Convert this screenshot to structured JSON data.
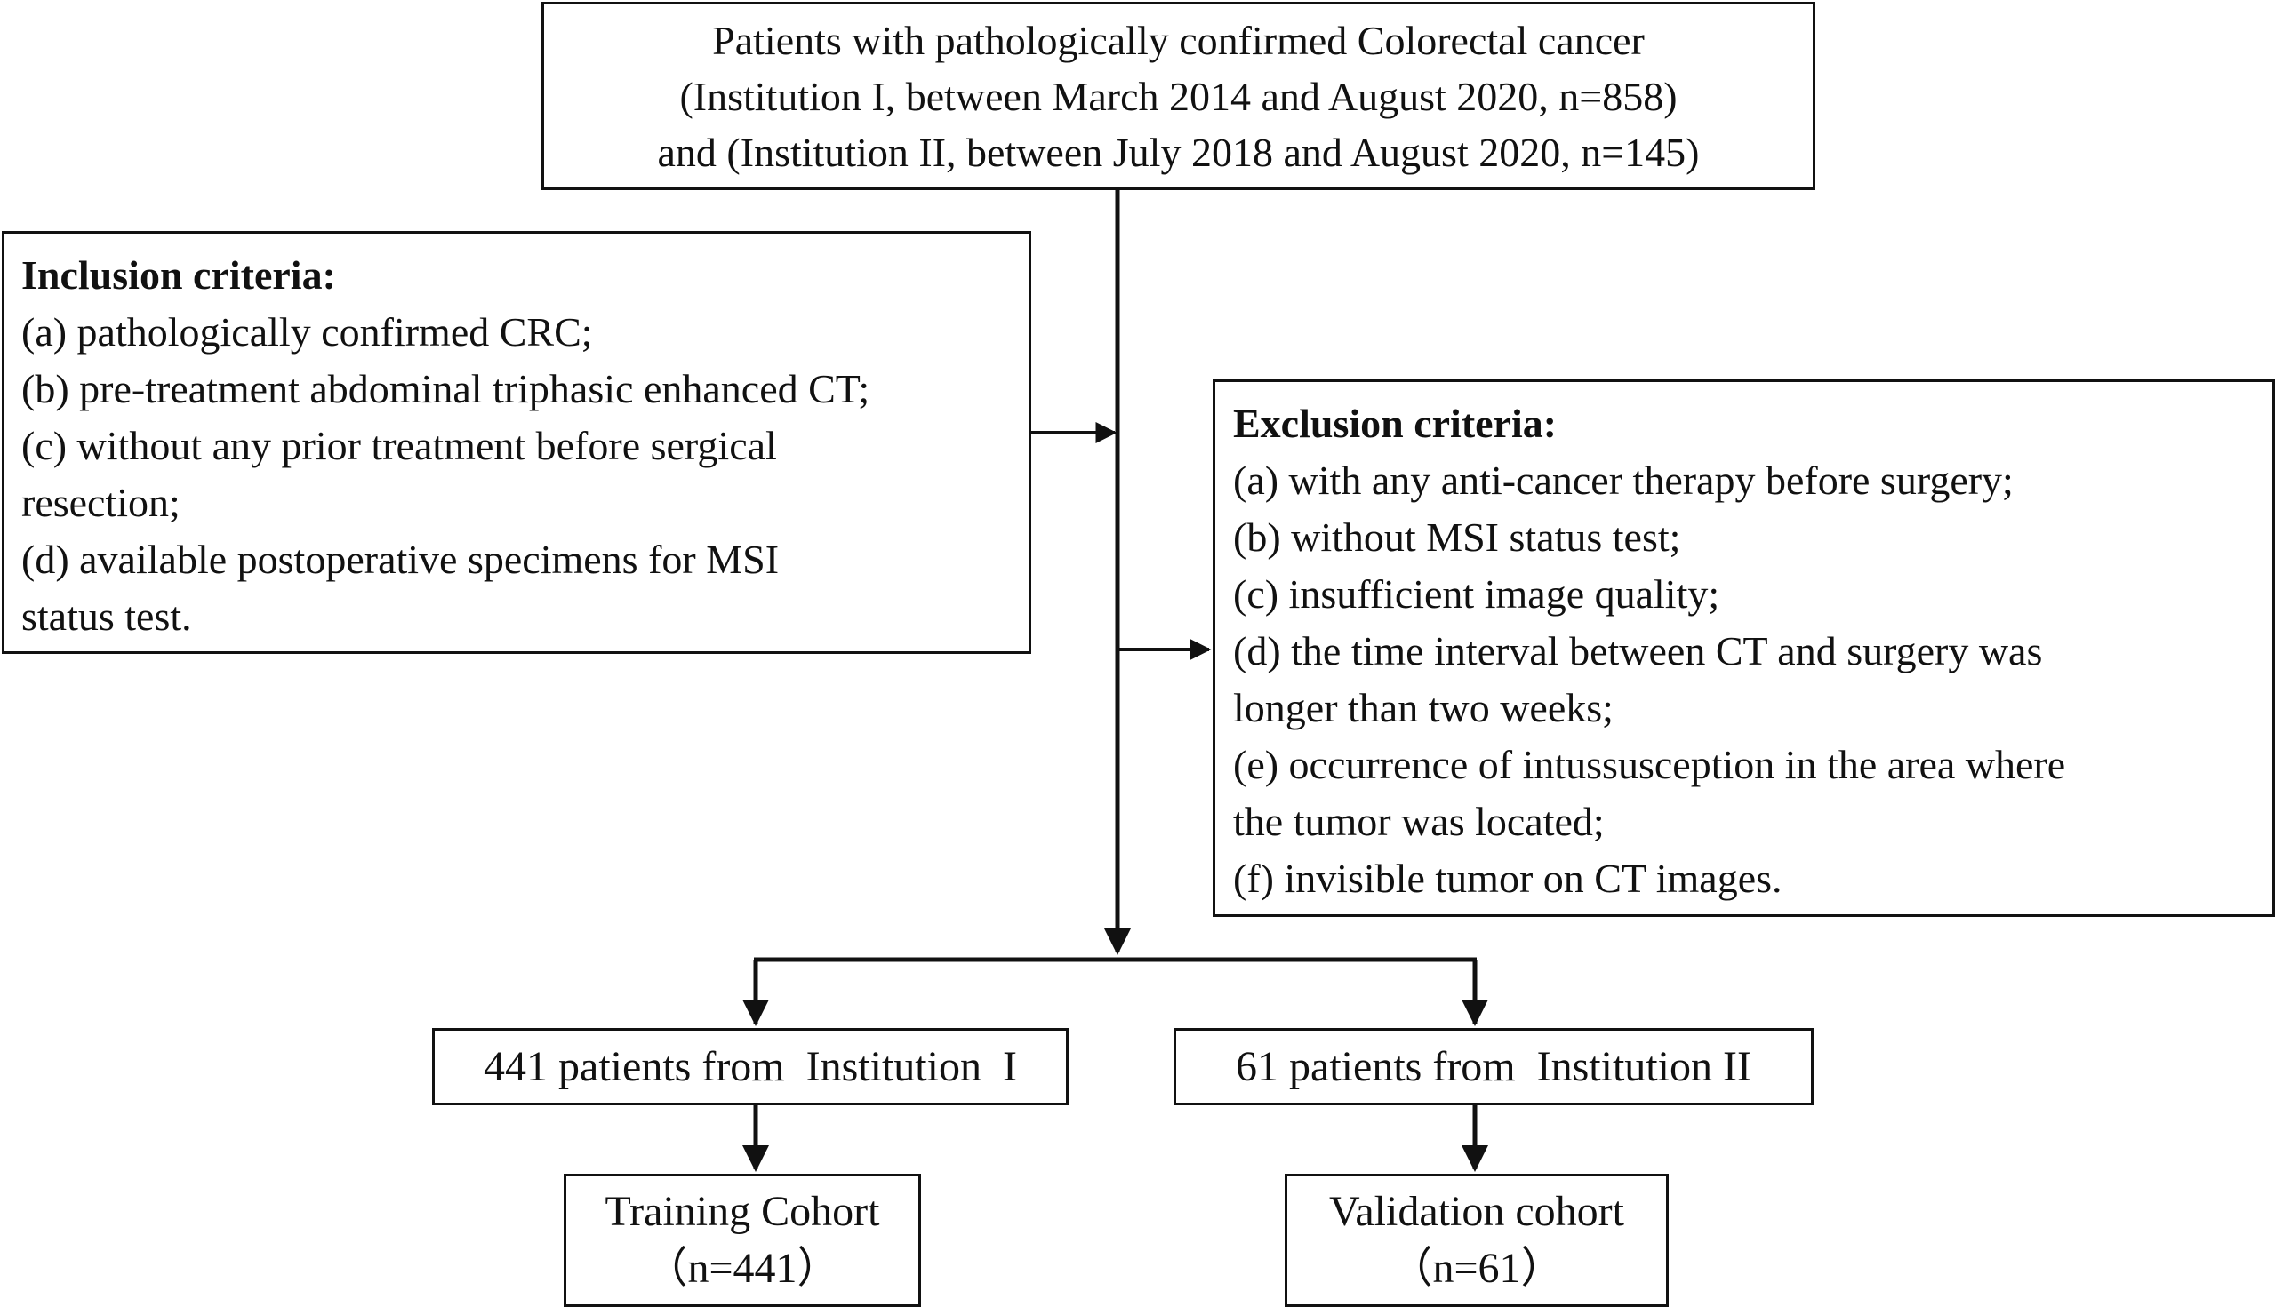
{
  "top_box": {
    "lines": [
      "Patients with pathologically confirmed Colorectal cancer",
      "(Institution  I, between March 2014 and August 2020, n=858)",
      "and (Institution  II, between July 2018 and August 2020, n=145)"
    ]
  },
  "inclusion": {
    "title": "Inclusion criteria:",
    "lines": [
      "(a) pathologically confirmed CRC;",
      "(b) pre-treatment abdominal triphasic enhanced CT;",
      "(c) without any prior treatment before sergical",
      "resection;",
      "(d) available postoperative specimens for MSI",
      "status test."
    ]
  },
  "exclusion": {
    "title": "Exclusion criteria:",
    "lines": [
      "(a) with any anti-cancer therapy before surgery;",
      "(b) without MSI status test;",
      "(c) insufficient image quality;",
      "(d) the time interval between CT and surgery was",
      "longer than two weeks;",
      "(e) occurrence of intussusception in the area where",
      "the tumor was located;",
      "(f) invisible tumor on CT images."
    ]
  },
  "institution_1": {
    "label": "441 patients from  Institution  I"
  },
  "institution_2": {
    "label": "61 patients from  Institution II"
  },
  "training": {
    "title": "Training Cohort",
    "n": "（n=441）"
  },
  "validation": {
    "title": "Validation cohort",
    "n": "（n=61）"
  }
}
